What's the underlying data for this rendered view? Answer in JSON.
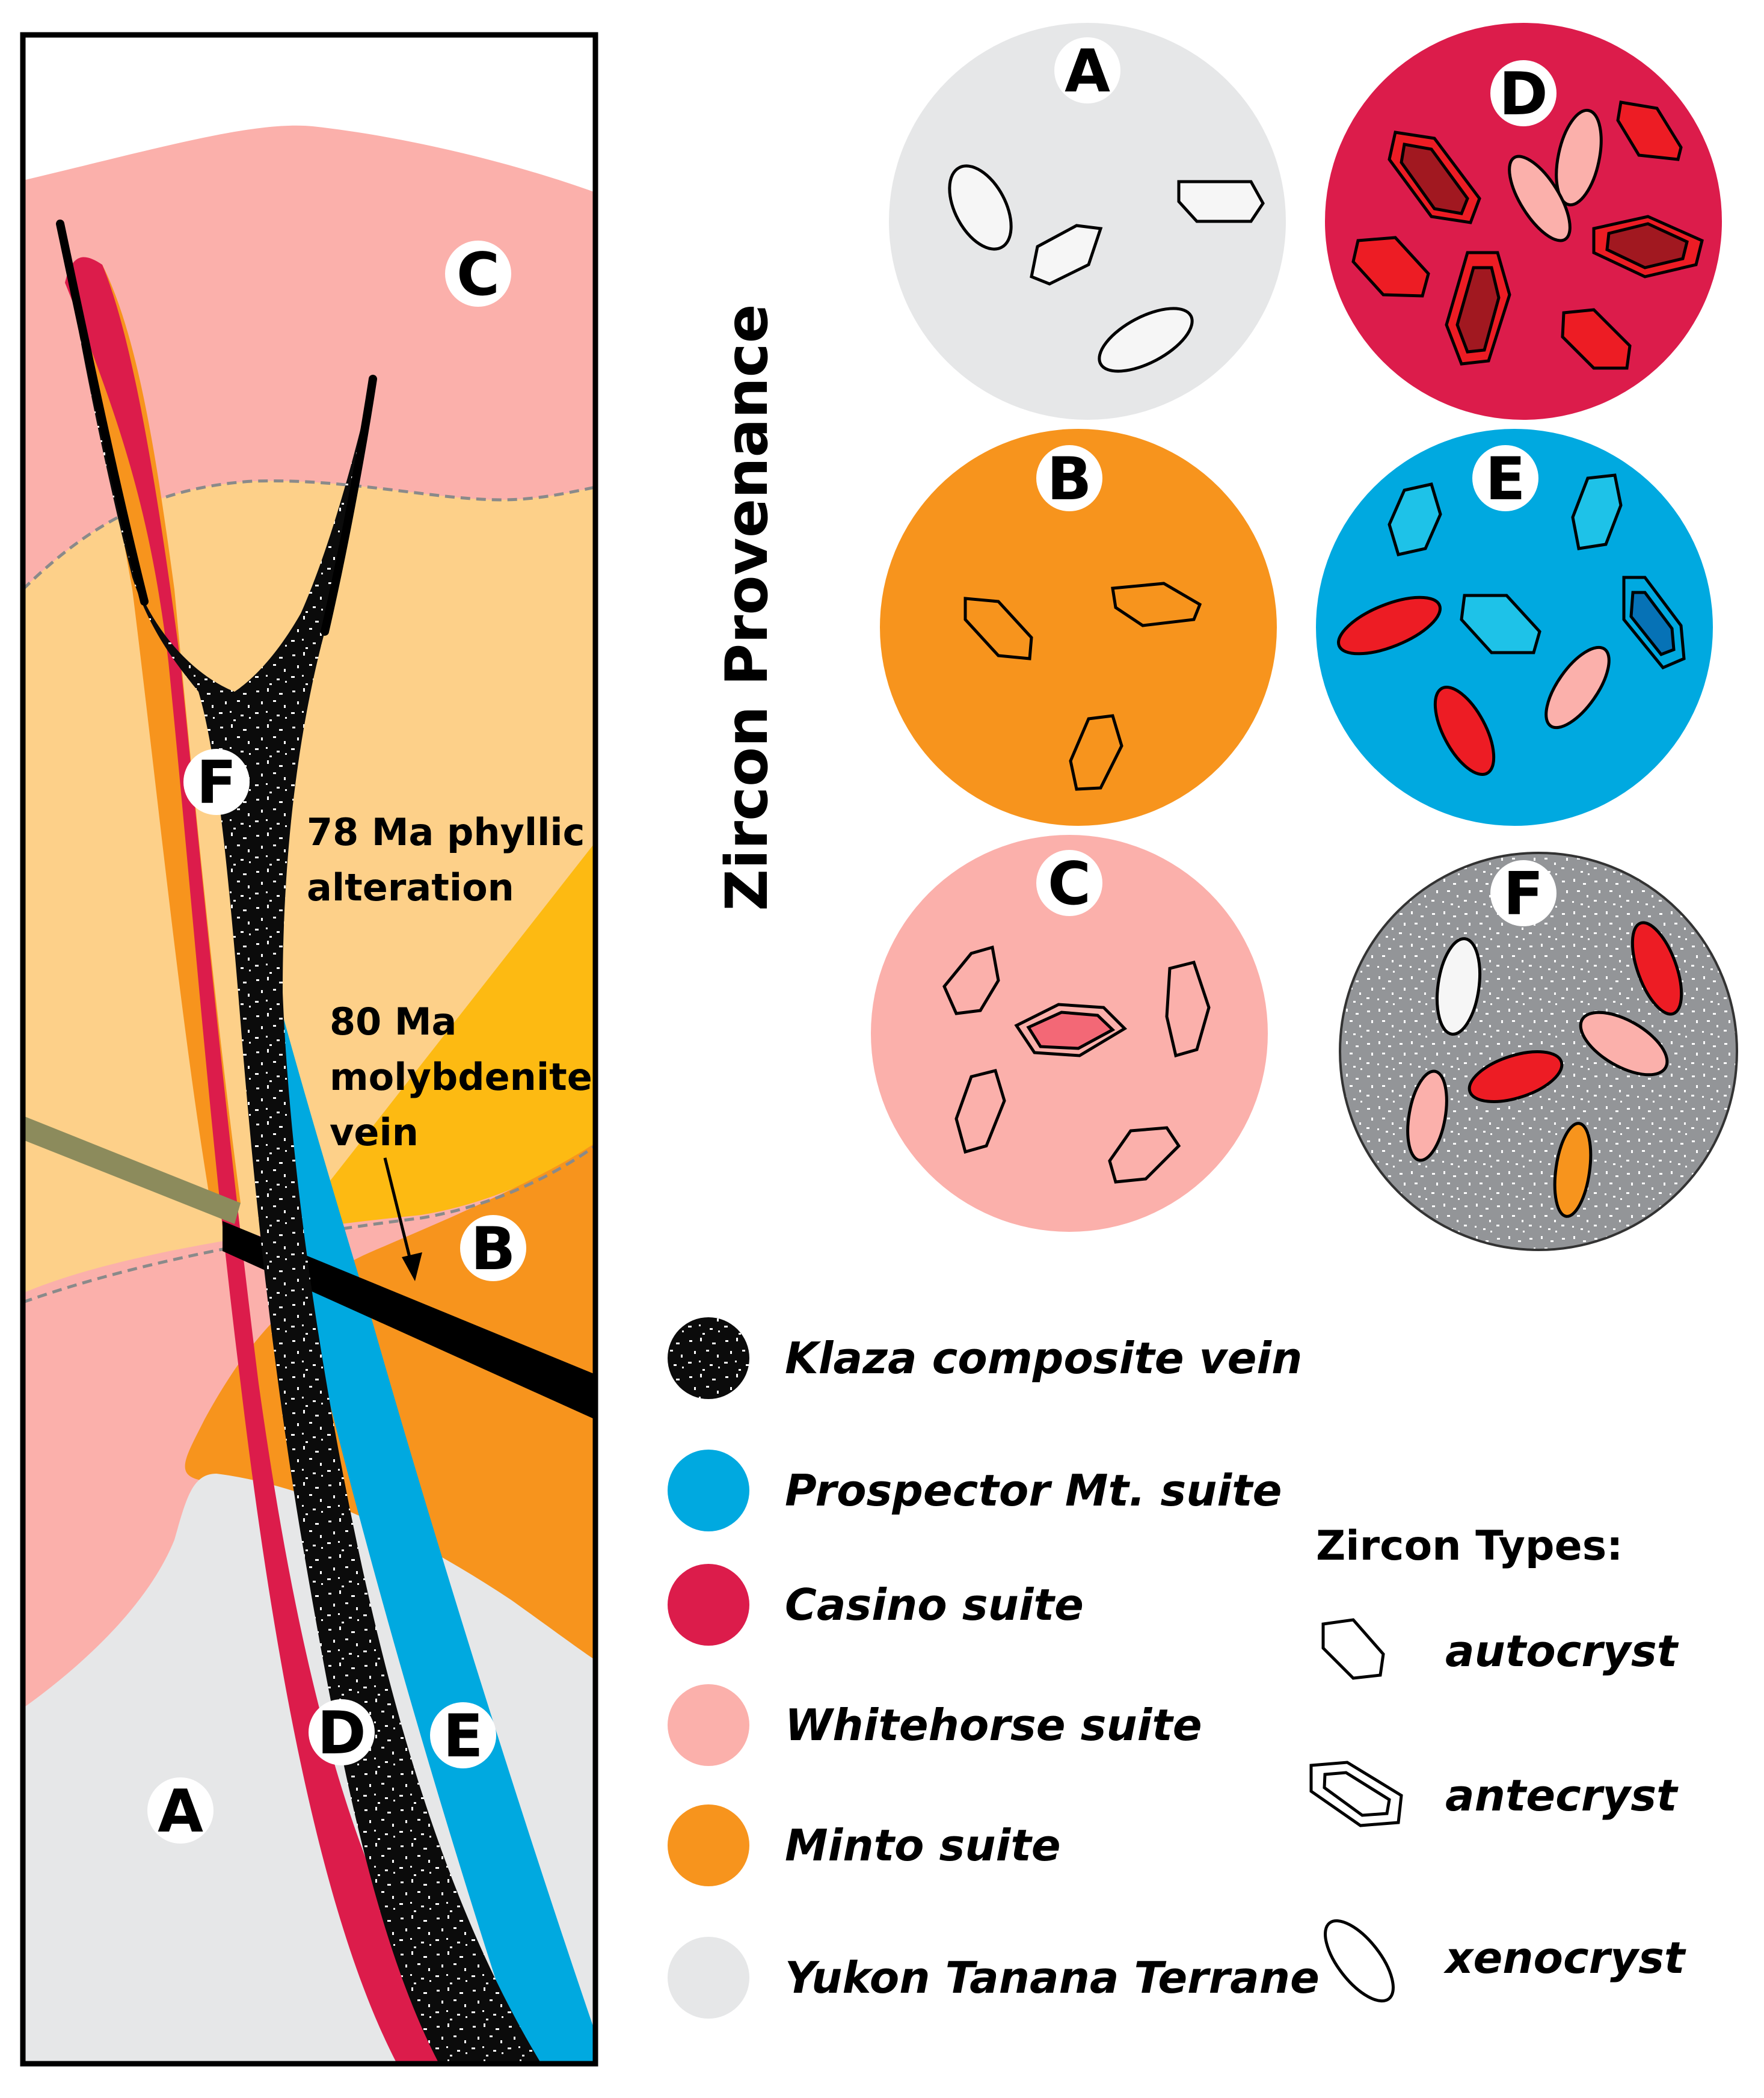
{
  "colors": {
    "yukon_tanana": "#e6e7e8",
    "minto": "#f7941d",
    "whitehorse": "#fbb0ab",
    "casino": "#dc1c4b",
    "prospector": "#00a9e0",
    "klaza": "#0b0b0b",
    "phyllic": "#fdd089",
    "molyb_zone": "#fdba12",
    "fault": "#8c8b5c",
    "antecryst_dark": "#a11820",
    "grain_red": "#ed1c24",
    "grain_blue_light": "#1ec2e8",
    "grain_blue_dark": "#0672b6",
    "grain_pink_dark": "#f36876",
    "grain_orange": "#f7941d"
  },
  "cross_section": {
    "labels": {
      "A": "A",
      "B": "B",
      "C": "C",
      "D": "D",
      "E": "E",
      "F": "F"
    },
    "annotations": {
      "phyllic_line1": "78 Ma phyllic",
      "phyllic_line2": "alteration",
      "molyb_line1": "80 Ma",
      "molyb_line2": "molybdenite",
      "molyb_line3": "vein"
    }
  },
  "provenance": {
    "title": "Zircon Provenance",
    "circles": {
      "A": "A",
      "B": "B",
      "C": "C",
      "D": "D",
      "E": "E",
      "F": "F"
    }
  },
  "legend": {
    "klaza": "Klaza composite vein",
    "prospector": "Prospector Mt. suite",
    "casino": "Casino suite",
    "whitehorse": "Whitehorse suite",
    "minto": "Minto suite",
    "yukon": "Yukon Tanana Terrane"
  },
  "zircon_types": {
    "title": "Zircon Types:",
    "autocryst": "autocryst",
    "antecryst": "antecryst",
    "xenocryst": "xenocryst"
  }
}
